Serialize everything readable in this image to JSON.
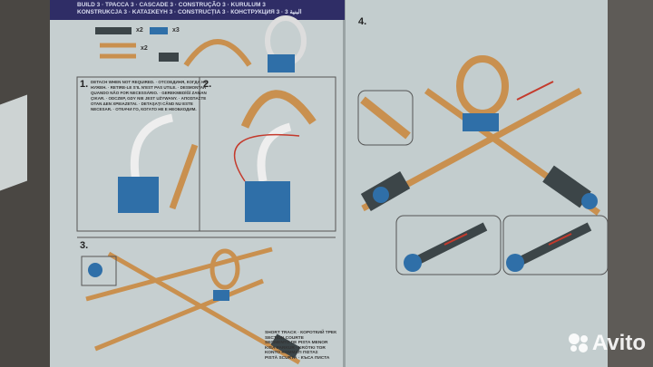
{
  "banner": {
    "line1": "BUILD 3 · ТРАССА 3 · CASCADE 3 · CONSTRUÇÃO 3 · KURULUM 3",
    "line2": "KONSTRUKCJA 3 · ΚΑΤΑΣΚΕΥΗ 3 · CONSTRUCȚIA 3 · КОНСТРУКЦИЯ 3 · 3 البنية"
  },
  "steps": {
    "s1": "1.",
    "s2": "2.",
    "s3": "3.",
    "s4": "4."
  },
  "parts": {
    "q1": "x2",
    "q2": "x3",
    "q3": "x2"
  },
  "note": "DETACH WHEN NOT REQUIRED. · ОТСОЕДИНЯ, КОГДА НЕ НУЖЕН. · RETIRE-LE S'IL N'EST PAS UTILE. · DESMONTAR QUANDO NÃO FOR NECESSÁRIO. · GEREKMEDİĞİ ZAMAN ÇIKAR. · ODCZEP, GDY NIE JEST UŻYWANY. · ΑΠΟΣΠΑΣΤΕ ΟΤΑΝ ΔΕΝ ΧΡΕΙΑΖΕΤΑΙ. · DETAȘAȚI CÂND NU ESTE NECESAR. · ОТКАЧИ ГО, КОГАТО НЕ Е НЕОБХОДИМ.",
  "short_track": [
    "SHORT TRACK · КОРОТКИЙ ТРЕК",
    "SECTION COURTE",
    "SEGMENTO DE PISTA MENOR",
    "KISA PARKUR · KRÓTKI TOR",
    "ΚΟΝΤΟ ΚΟΜΜΑΤΙ ΠΙΣΤΑΣ",
    "PISTĂ SCURTĂ · КЪСА ПИСТА"
  ],
  "watermark": "Avito",
  "colors": {
    "track": "#c9904f",
    "blue": "#2f6fa8",
    "dark": "#3c4548",
    "banner": "#2f2d66",
    "arrow": "#c43a2c"
  }
}
